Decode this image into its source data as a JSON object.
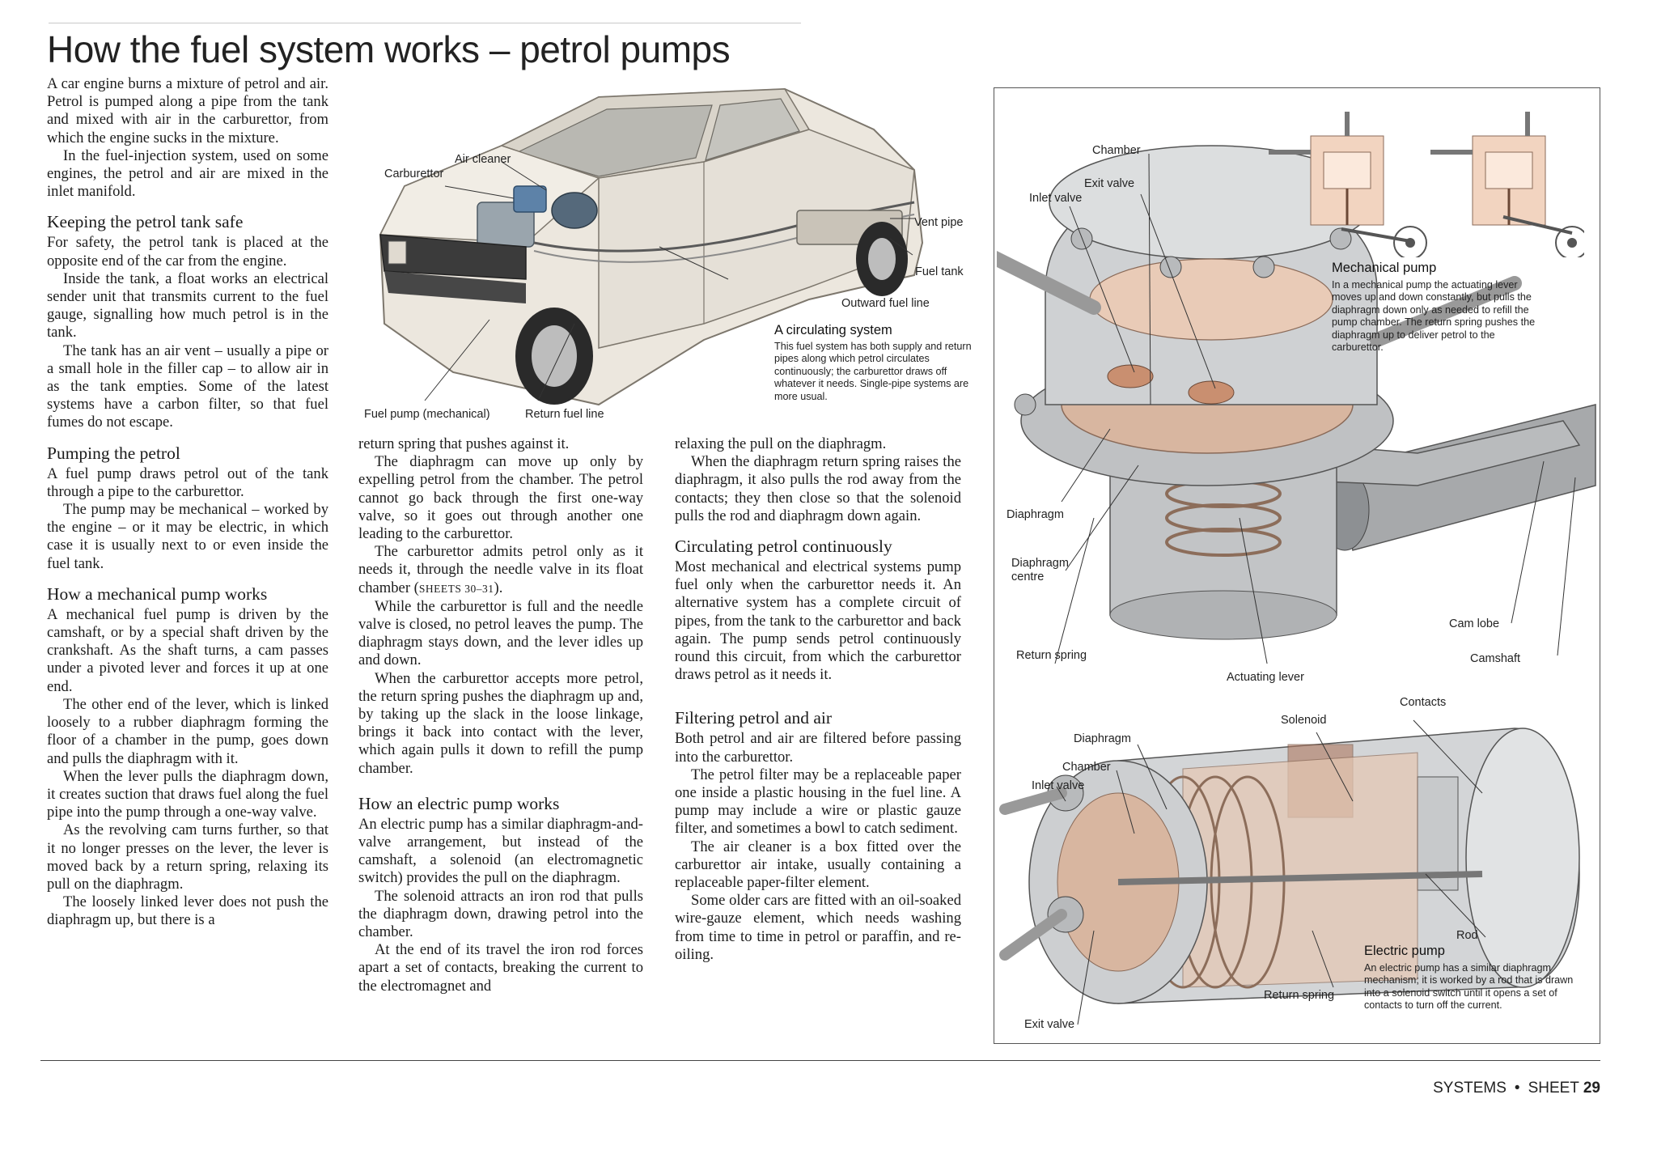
{
  "title": "How the fuel system works – petrol pumps",
  "col1": {
    "intro": [
      "A car engine burns a mixture of petrol and air. Petrol is pumped along a pipe from the tank and mixed with air in the carburettor, from which the engine sucks in the mixture.",
      "In the fuel-injection system, used on some engines, the petrol and air are mixed in the inlet manifold."
    ],
    "tank_heading": "Keeping the petrol tank safe",
    "tank": [
      "For safety, the petrol tank is placed at the opposite end of the car from the engine.",
      "Inside the tank, a float works an electrical sender unit that transmits current to the fuel gauge, signalling how much petrol is in the tank.",
      "The tank has an air vent – usually a pipe or a small hole in the filler cap – to allow air in as the tank empties. Some of the latest systems have a carbon filter, so that fuel fumes do not escape."
    ],
    "pumping_heading": "Pumping the petrol",
    "pumping": [
      "A fuel pump draws petrol out of the tank through a pipe to the carburettor.",
      "The pump may be mechanical – worked by the engine – or it may be electric, in which case it is usually next to or even inside the fuel tank."
    ],
    "mech_heading": "How a mechanical pump works",
    "mech": [
      "A mechanical fuel pump is driven by the camshaft, or by a special shaft driven by the crankshaft. As the shaft turns, a cam passes under a pivoted lever and forces it up at one end.",
      "The other end of the lever, which is linked loosely to a rubber diaphragm forming the floor of a chamber in the pump, goes down and pulls the diaphragm with it.",
      "When the lever pulls the diaphragm down, it creates suction that draws fuel along the fuel pipe into the pump through a one-way valve.",
      "As the revolving cam turns further, so that it no longer presses on the lever, the lever is moved back by a return spring, relaxing its pull on the diaphragm.",
      "The loosely linked lever does not push the diaphragm up, but there is a"
    ]
  },
  "col2": {
    "cont": [
      "return spring that pushes against it.",
      "The diaphragm can move up only by expelling petrol from the chamber. The petrol cannot go back through the first one-way valve, so it goes out through another one leading to the carburettor."
    ],
    "carb_p_before": "The carburettor admits petrol only as it needs it, through the needle valve in its float chamber (",
    "carb_p_ref": "SHEETS 30–31",
    "carb_p_after": ").",
    "more": [
      "While the carburettor is full and the needle valve is closed, no petrol leaves the pump. The diaphragm stays down, and the lever idles up and down.",
      "When the carburettor accepts more petrol, the return spring pushes the diaphragm up and, by taking up the slack in the loose linkage, brings it back into contact with the lever, which again pulls it down to refill the pump chamber."
    ],
    "elec_heading": "How an electric pump works",
    "elec": [
      "An electric pump has a similar diaphragm-and-valve arrangement, but instead of the camshaft, a solenoid (an electromagnetic switch) provides the pull on the diaphragm.",
      "The solenoid attracts an iron rod that pulls the diaphragm down, drawing petrol into the chamber.",
      "At the end of its travel the iron rod forces apart a set of contacts, breaking the current to the electromagnet and"
    ]
  },
  "col3": {
    "cont": [
      "relaxing the pull on the diaphragm.",
      "When the diaphragm return spring raises the diaphragm, it also pulls the rod away from the contacts; they then close so that the solenoid pulls the rod and diaphragm down again."
    ],
    "circ_heading": "Circulating petrol continuously",
    "circ": [
      "Most mechanical and electrical systems pump fuel only when the carburettor needs it. An alternative system has a complete circuit of pipes, from the tank to the carburettor and back again. The pump sends petrol continuously round this circuit, from which the carburettor draws petrol as it needs it."
    ],
    "filter_heading": "Filtering petrol and air",
    "filter": [
      "Both petrol and air are filtered before passing into the carburettor.",
      "The petrol filter may be a replaceable paper one inside a plastic housing in the fuel line. A pump may include a wire or plastic gauze filter, and sometimes a bowl to catch sediment.",
      "The air cleaner is a box fitted over the carburettor air intake, usually containing a replaceable paper-filter element.",
      "Some older cars are fitted with an oil-soaked wire-gauze element, which needs washing from time to time in petrol or paraffin, and re-oiling."
    ]
  },
  "car_labels": {
    "air_cleaner": "Air cleaner",
    "carburettor": "Carburettor",
    "vent_pipe": "Vent pipe",
    "fuel_tank": "Fuel tank",
    "outward_fuel_line": "Outward fuel line",
    "fuel_pump": "Fuel pump (mechanical)",
    "return_fuel_line": "Return fuel line"
  },
  "circ_caption": {
    "title": "A circulating system",
    "body": "This fuel system has both supply and return pipes along which petrol circulates continuously; the carburettor draws off whatever it needs. Single-pipe systems are more usual."
  },
  "mech_labels": {
    "chamber": "Chamber",
    "exit_valve": "Exit valve",
    "inlet_valve": "Inlet valve",
    "diaphragm": "Diaphragm",
    "diaphragm_centre_1": "Diaphragm",
    "diaphragm_centre_2": "centre",
    "return_spring": "Return spring",
    "actuating_lever": "Actuating lever",
    "cam_lobe": "Cam lobe",
    "camshaft": "Camshaft"
  },
  "mech_caption": {
    "title": "Mechanical pump",
    "body": "In a mechanical pump the actuating lever moves up and down constantly, but pulls the diaphragm down only as needed to refill the pump chamber. The return spring pushes the diaphragm up to deliver petrol to the carburettor."
  },
  "elec_labels": {
    "contacts": "Contacts",
    "solenoid": "Solenoid",
    "diaphragm": "Diaphragm",
    "chamber": "Chamber",
    "inlet_valve": "Inlet valve",
    "rod": "Rod",
    "return_spring": "Return spring",
    "exit_valve": "Exit valve"
  },
  "elec_caption": {
    "title": "Electric pump",
    "body": "An electric pump has a similar diaphragm mechanism; it is worked by a rod that is drawn into a solenoid switch until it opens a set of contacts to turn off the current."
  },
  "footer": {
    "section": "SYSTEMS",
    "sheet_label": "SHEET",
    "sheet_number": "29"
  }
}
